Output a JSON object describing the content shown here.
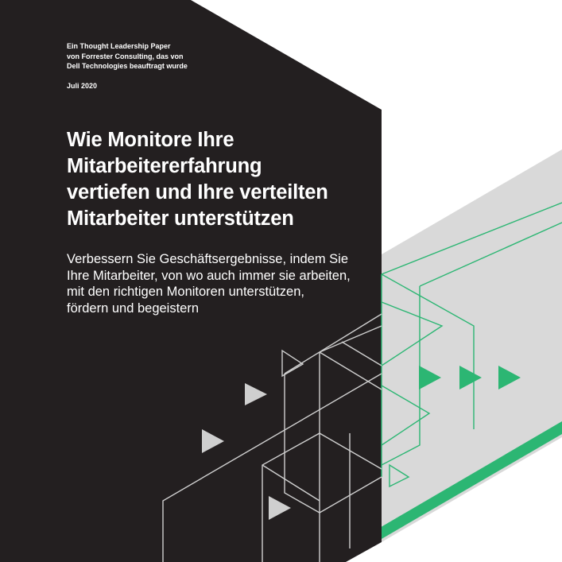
{
  "meta": {
    "lines": [
      "Ein Thought Leadership Paper",
      "von Forrester Consulting, das von",
      "Dell Technologies beauftragt wurde"
    ],
    "date": "Juli 2020"
  },
  "title": {
    "lines": [
      "Wie Monitore Ihre",
      "Mitarbeitererfahrung",
      "vertiefen und Ihre verteilten",
      "Mitarbeiter unterstützen"
    ]
  },
  "subtitle": {
    "lines": [
      "Verbessern Sie Geschäftsergebnisse, indem Sie",
      "Ihre Mitarbeiter, von wo auch immer sie arbeiten,",
      "mit den richtigen Monitoren unterstützen,",
      "fördern und begeistern"
    ]
  },
  "colors": {
    "panel": "#231f20",
    "gray": "#d9d9d9",
    "green": "#2cb673",
    "line": "#cfcfcf",
    "white": "#ffffff"
  }
}
